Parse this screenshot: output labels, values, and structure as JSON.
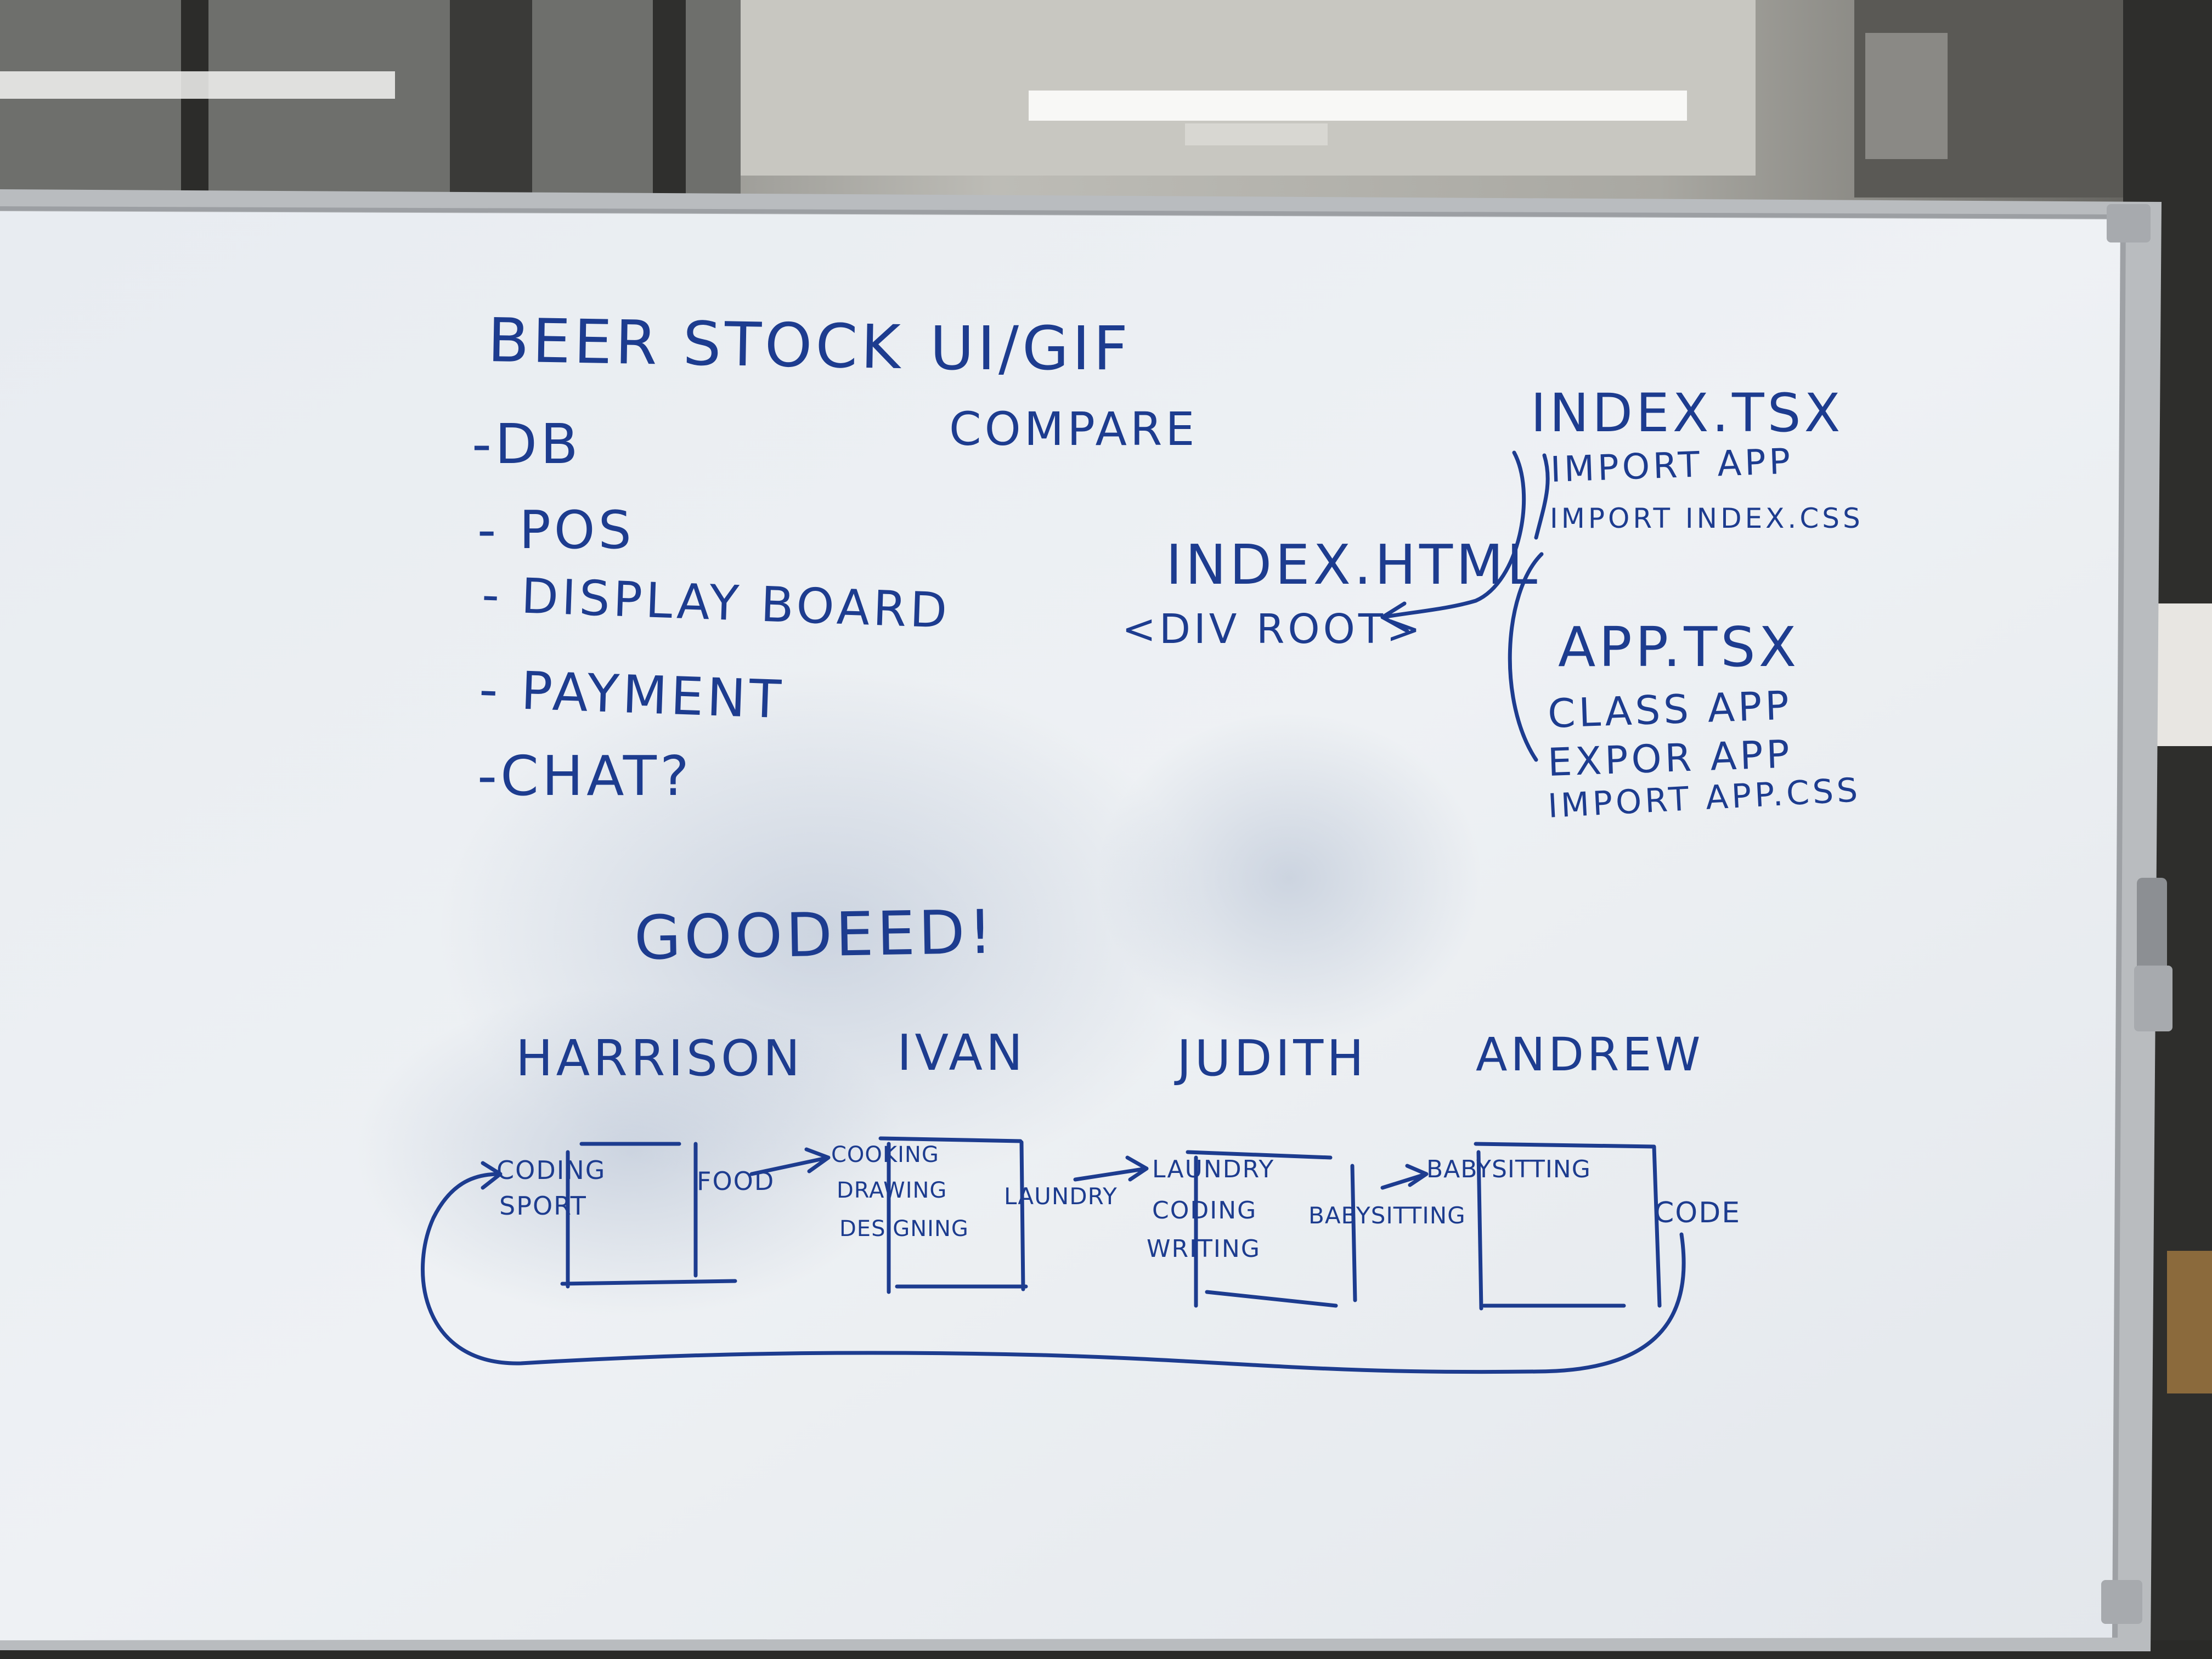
{
  "whiteboard": {
    "ink_color": "#1d3c8f",
    "board_color": "#e9edf2",
    "frame_color": "#b9bcbf"
  },
  "beer_stock": {
    "title": "BEER STOCK",
    "items": [
      "-DB",
      "- POS",
      "- DISPLAY BOARD",
      "- PAYMENT",
      "-CHAT?"
    ]
  },
  "ui_gif": {
    "title": "UI/GIF",
    "subtitle": "COMPARE"
  },
  "index_html": {
    "title": "INDEX.HTML",
    "root": "<DIV ROOT>"
  },
  "index_tsx": {
    "title": "INDEX.TSX",
    "lines": [
      "IMPORT APP",
      "IMPORT INDEX.CSS"
    ]
  },
  "app_tsx": {
    "title": "APP.TSX",
    "lines": [
      "CLASS APP",
      "EXPOR APP",
      "IMPORT APP.CSS"
    ]
  },
  "gooddeed": {
    "title": "GOODEED!",
    "people": [
      "HARRISON",
      "IVAN",
      "JUDITH",
      "ANDREW"
    ],
    "harrison": {
      "inputs": [
        "CODING",
        "SPORT"
      ],
      "output": "FOOD"
    },
    "ivan": {
      "inputs": [
        "COOKING",
        "DRAWING",
        "DESIGNING"
      ],
      "output": "LAUNDRY"
    },
    "judith": {
      "inputs": [
        "LAUNDRY",
        "CODING",
        "WRITING"
      ],
      "output": "BABYSITTING"
    },
    "andrew": {
      "inputs": [
        "BABYSITTING"
      ],
      "output": "CODE"
    }
  }
}
